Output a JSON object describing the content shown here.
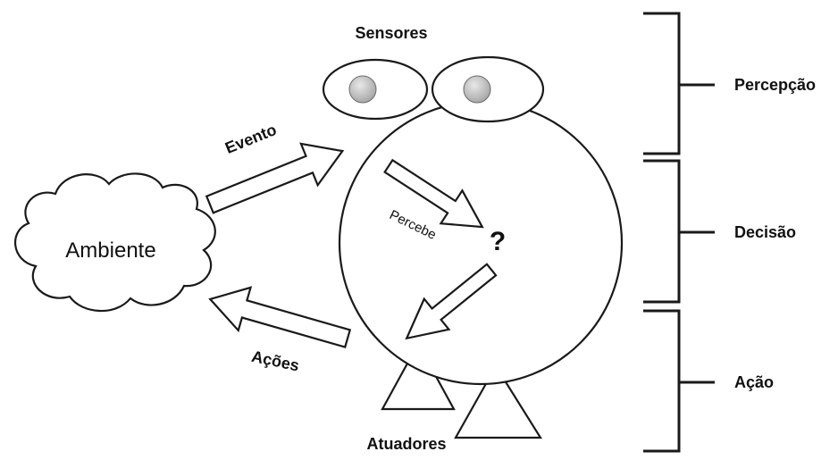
{
  "diagram": {
    "environment_label": "Ambiente",
    "sensors_label": "Sensores",
    "actuators_label": "Atuadores",
    "event_label": "Evento",
    "actions_label": "Ações",
    "perceive_label": "Percebe",
    "question_mark": "?",
    "stages": [
      {
        "label": "Percepção"
      },
      {
        "label": "Decisão"
      },
      {
        "label": "Ação"
      }
    ],
    "colors": {
      "stroke": "#1a1a1a",
      "fill": "#ffffff",
      "pupil": "#c8c8c8"
    }
  }
}
